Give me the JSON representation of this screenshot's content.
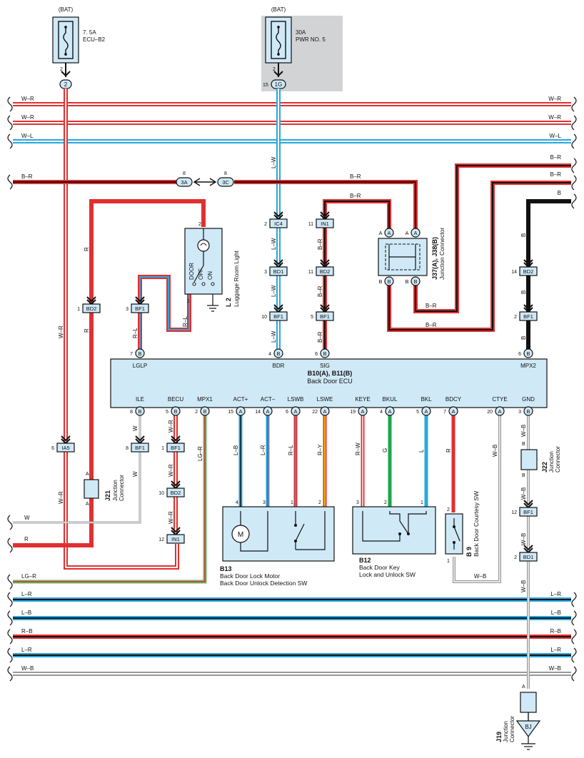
{
  "fuses": [
    {
      "id": "fuse-ecu-b2",
      "source": "(BAT)",
      "rating": "7. 5A",
      "name": "ECU–B2",
      "pin": "2",
      "connector": "2"
    },
    {
      "id": "fuse-pwr5",
      "source": "(BAT)",
      "rating": "30A",
      "name": "PWR NO. 5",
      "pin": "2",
      "conn_pin": "15",
      "connector": "1G"
    }
  ],
  "left_wires": [
    {
      "label": "W–R",
      "color": "#e03030"
    },
    {
      "label": "W–R",
      "color": "#e03030"
    },
    {
      "label": "W–L",
      "color": "#2aa8e0"
    },
    {
      "label": "B–R",
      "color": "#e03030"
    }
  ],
  "right_wires": [
    "W–R",
    "W–R",
    "W–L",
    "B–R",
    "B–R",
    "B"
  ],
  "bottom_wires": [
    {
      "label": "L–R",
      "color": "#2aa8e0"
    },
    {
      "label": "L–B",
      "color": "#2aa8e0"
    },
    {
      "label": "R–B",
      "color": "#e03030"
    },
    {
      "label": "L–R",
      "color": "#2aa8e0"
    },
    {
      "label": "W–B",
      "color": "#999999"
    }
  ],
  "left_entry_wires": {
    "w": "W",
    "r": "R",
    "lgr": "LG–R"
  },
  "wire_labels": {
    "br_mid": "B–R",
    "br_top": "B–R",
    "br_j1": "B–R",
    "br_j2": "B–R",
    "r_left": "R",
    "r_left2": "R",
    "wr_left": "W–R",
    "wr_left2": "W–R",
    "lw1": "L–W",
    "lw2": "L–W",
    "lw3": "L–W",
    "lw4": "L–W",
    "br1": "B–R",
    "br2": "B–R",
    "br3": "B–R",
    "b1": "B",
    "b2": "B",
    "b3": "B",
    "rl_lamp": "R–L",
    "rl2": "R–L",
    "w_ile": "W",
    "w_ile2": "W",
    "wr_becu": "W–R",
    "wr_becu2": "W–R",
    "wr_becu3": "W–R",
    "lgr": "LG–R",
    "lb": "L–B",
    "lr": "L–R",
    "rl": "R–L",
    "ry": "R–Y",
    "rw": "R–W",
    "g": "G",
    "l": "L",
    "r": "R",
    "wb_ctye": "W–B",
    "wb_cour": "W–B",
    "wb_gnd1": "W–B",
    "wb_gnd2": "W–B",
    "wb_gnd3": "W–B",
    "wb_gnd4": "W–B",
    "b_j22a": "B",
    "b_j22b": "B"
  },
  "connectors": {
    "3a": {
      "pin": "8",
      "name": "3A"
    },
    "3c": {
      "pin": "8",
      "name": "3C"
    },
    "ic4": {
      "pin": "2",
      "name": "IC4"
    },
    "bd1_mid": {
      "pin": "3",
      "name": "BD1"
    },
    "bf1_mid": {
      "pin": "10",
      "name": "BF1"
    },
    "in1_top": {
      "pin": "11",
      "name": "IN1"
    },
    "bd2_mid": {
      "pin": "11",
      "name": "BD2"
    },
    "bf1_sig": {
      "pin": "5",
      "name": "BF1"
    },
    "bd2_right": {
      "pin": "14",
      "name": "BD2"
    },
    "bf1_right": {
      "pin": "2",
      "name": "BF1"
    },
    "bd2_left": {
      "pin": "1",
      "name": "BD2"
    },
    "bf1_lglp": {
      "pin": "3",
      "name": "BF1"
    },
    "ia5": {
      "pin": "6",
      "name": "IA5"
    },
    "bf1_ile": {
      "pin": "8",
      "name": "BF1"
    },
    "bf1_becu": {
      "pin": "1",
      "name": "BF1"
    },
    "bd2_becu": {
      "pin": "10",
      "name": "BD2"
    },
    "in1_becu": {
      "pin": "12",
      "name": "IN1"
    },
    "bf1_gnd": {
      "pin": "12",
      "name": "BF1"
    },
    "bd1_gnd": {
      "pin": "2",
      "name": "BD1"
    }
  },
  "ecu": {
    "title": "B10(A), B11(B)",
    "name": "Back Door ECU",
    "top_pins": [
      {
        "label": "LGLP",
        "pin": "7",
        "pos": "B"
      },
      {
        "label": "BDR",
        "pin": "4",
        "pos": "B"
      },
      {
        "label": "SIG",
        "pin": "6",
        "pos": "B"
      },
      {
        "label": "MPX2",
        "pin": "6",
        "pos": "B"
      }
    ],
    "bottom_pins": [
      {
        "label": "ILE",
        "pin": "8",
        "pos": "B"
      },
      {
        "label": "BECU",
        "pin": "5",
        "pos": "B"
      },
      {
        "label": "MPX1",
        "pin": "2",
        "pos": "B"
      },
      {
        "label": "ACT+",
        "pin": "15",
        "pos": "A"
      },
      {
        "label": "ACT–",
        "pin": "14",
        "pos": "A"
      },
      {
        "label": "LSWB",
        "pin": "6",
        "pos": "A"
      },
      {
        "label": "LSWE",
        "pin": "22",
        "pos": "A"
      },
      {
        "label": "KEYE",
        "pin": "19",
        "pos": "A"
      },
      {
        "label": "BKUL",
        "pin": "4",
        "pos": "A"
      },
      {
        "label": "BKL",
        "pin": "5",
        "pos": "A"
      },
      {
        "label": "BDCY",
        "pin": "7",
        "pos": "A"
      },
      {
        "label": "CTYE",
        "pin": "20",
        "pos": "A"
      },
      {
        "label": "GND",
        "pin": "3",
        "pos": "B"
      }
    ]
  },
  "lamp": {
    "code": "L 2",
    "name": "Luggage Room Light",
    "pin_top": "2",
    "pin_bottom": "1",
    "door": "DOOR",
    "off": "OFF",
    "on": "ON"
  },
  "j37": {
    "code": "J37(A), J38(B)",
    "name": "Junction Connector",
    "a": "A",
    "b": "B"
  },
  "j21": {
    "code": "J21",
    "name1": "Junction",
    "name2": "Connector",
    "a": "A"
  },
  "j22": {
    "code": "J22",
    "name1": "Junction",
    "name2": "Connector",
    "b": "B"
  },
  "j19": {
    "code": "J19",
    "name1": "Junction",
    "name2": "Connector",
    "a": "A",
    "bj": "BJ"
  },
  "b13": {
    "code": "B13",
    "line1": "Back Door Lock Motor",
    "line2": "Back Door Unlock Detection SW",
    "pins": [
      "4",
      "3",
      "1",
      "2"
    ],
    "m": "M"
  },
  "b12": {
    "code": "B12",
    "line1": "Back Door Key",
    "line2": "Lock and Unlock SW",
    "pins": [
      "3",
      "2",
      "1"
    ]
  },
  "b9": {
    "code": "B 9",
    "name": "Back Door Courtesy SW",
    "pin_top": "2",
    "pin_bottom": "1"
  }
}
